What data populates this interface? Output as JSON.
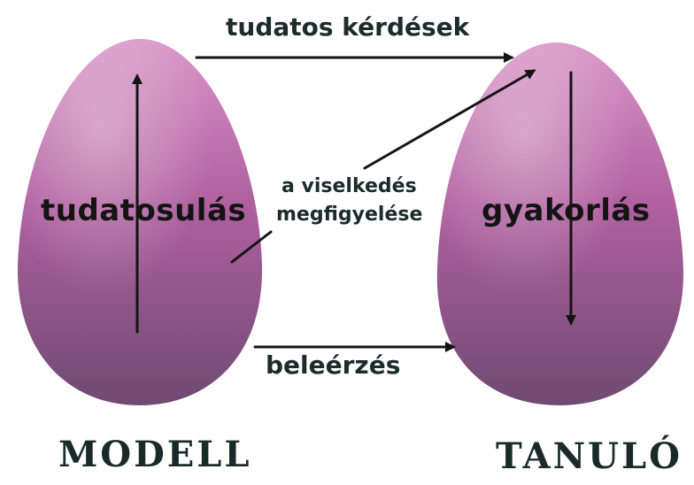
{
  "colors": {
    "egg_light": "#d98bc4",
    "egg_mid": "#a2548f",
    "egg_dark": "#6e4470",
    "ink": "#141414"
  },
  "left_egg": {
    "label": "tudatosulás",
    "caption": "MODELL",
    "arrow_direction": "up"
  },
  "right_egg": {
    "label": "gyakorlás",
    "caption": "TANULÓ",
    "arrow_direction": "down"
  },
  "arrows": {
    "top": "tudatos kérdések",
    "bottom": "beleérzés",
    "diagonal": [
      "a viselkedés",
      "megfigyelése"
    ]
  }
}
